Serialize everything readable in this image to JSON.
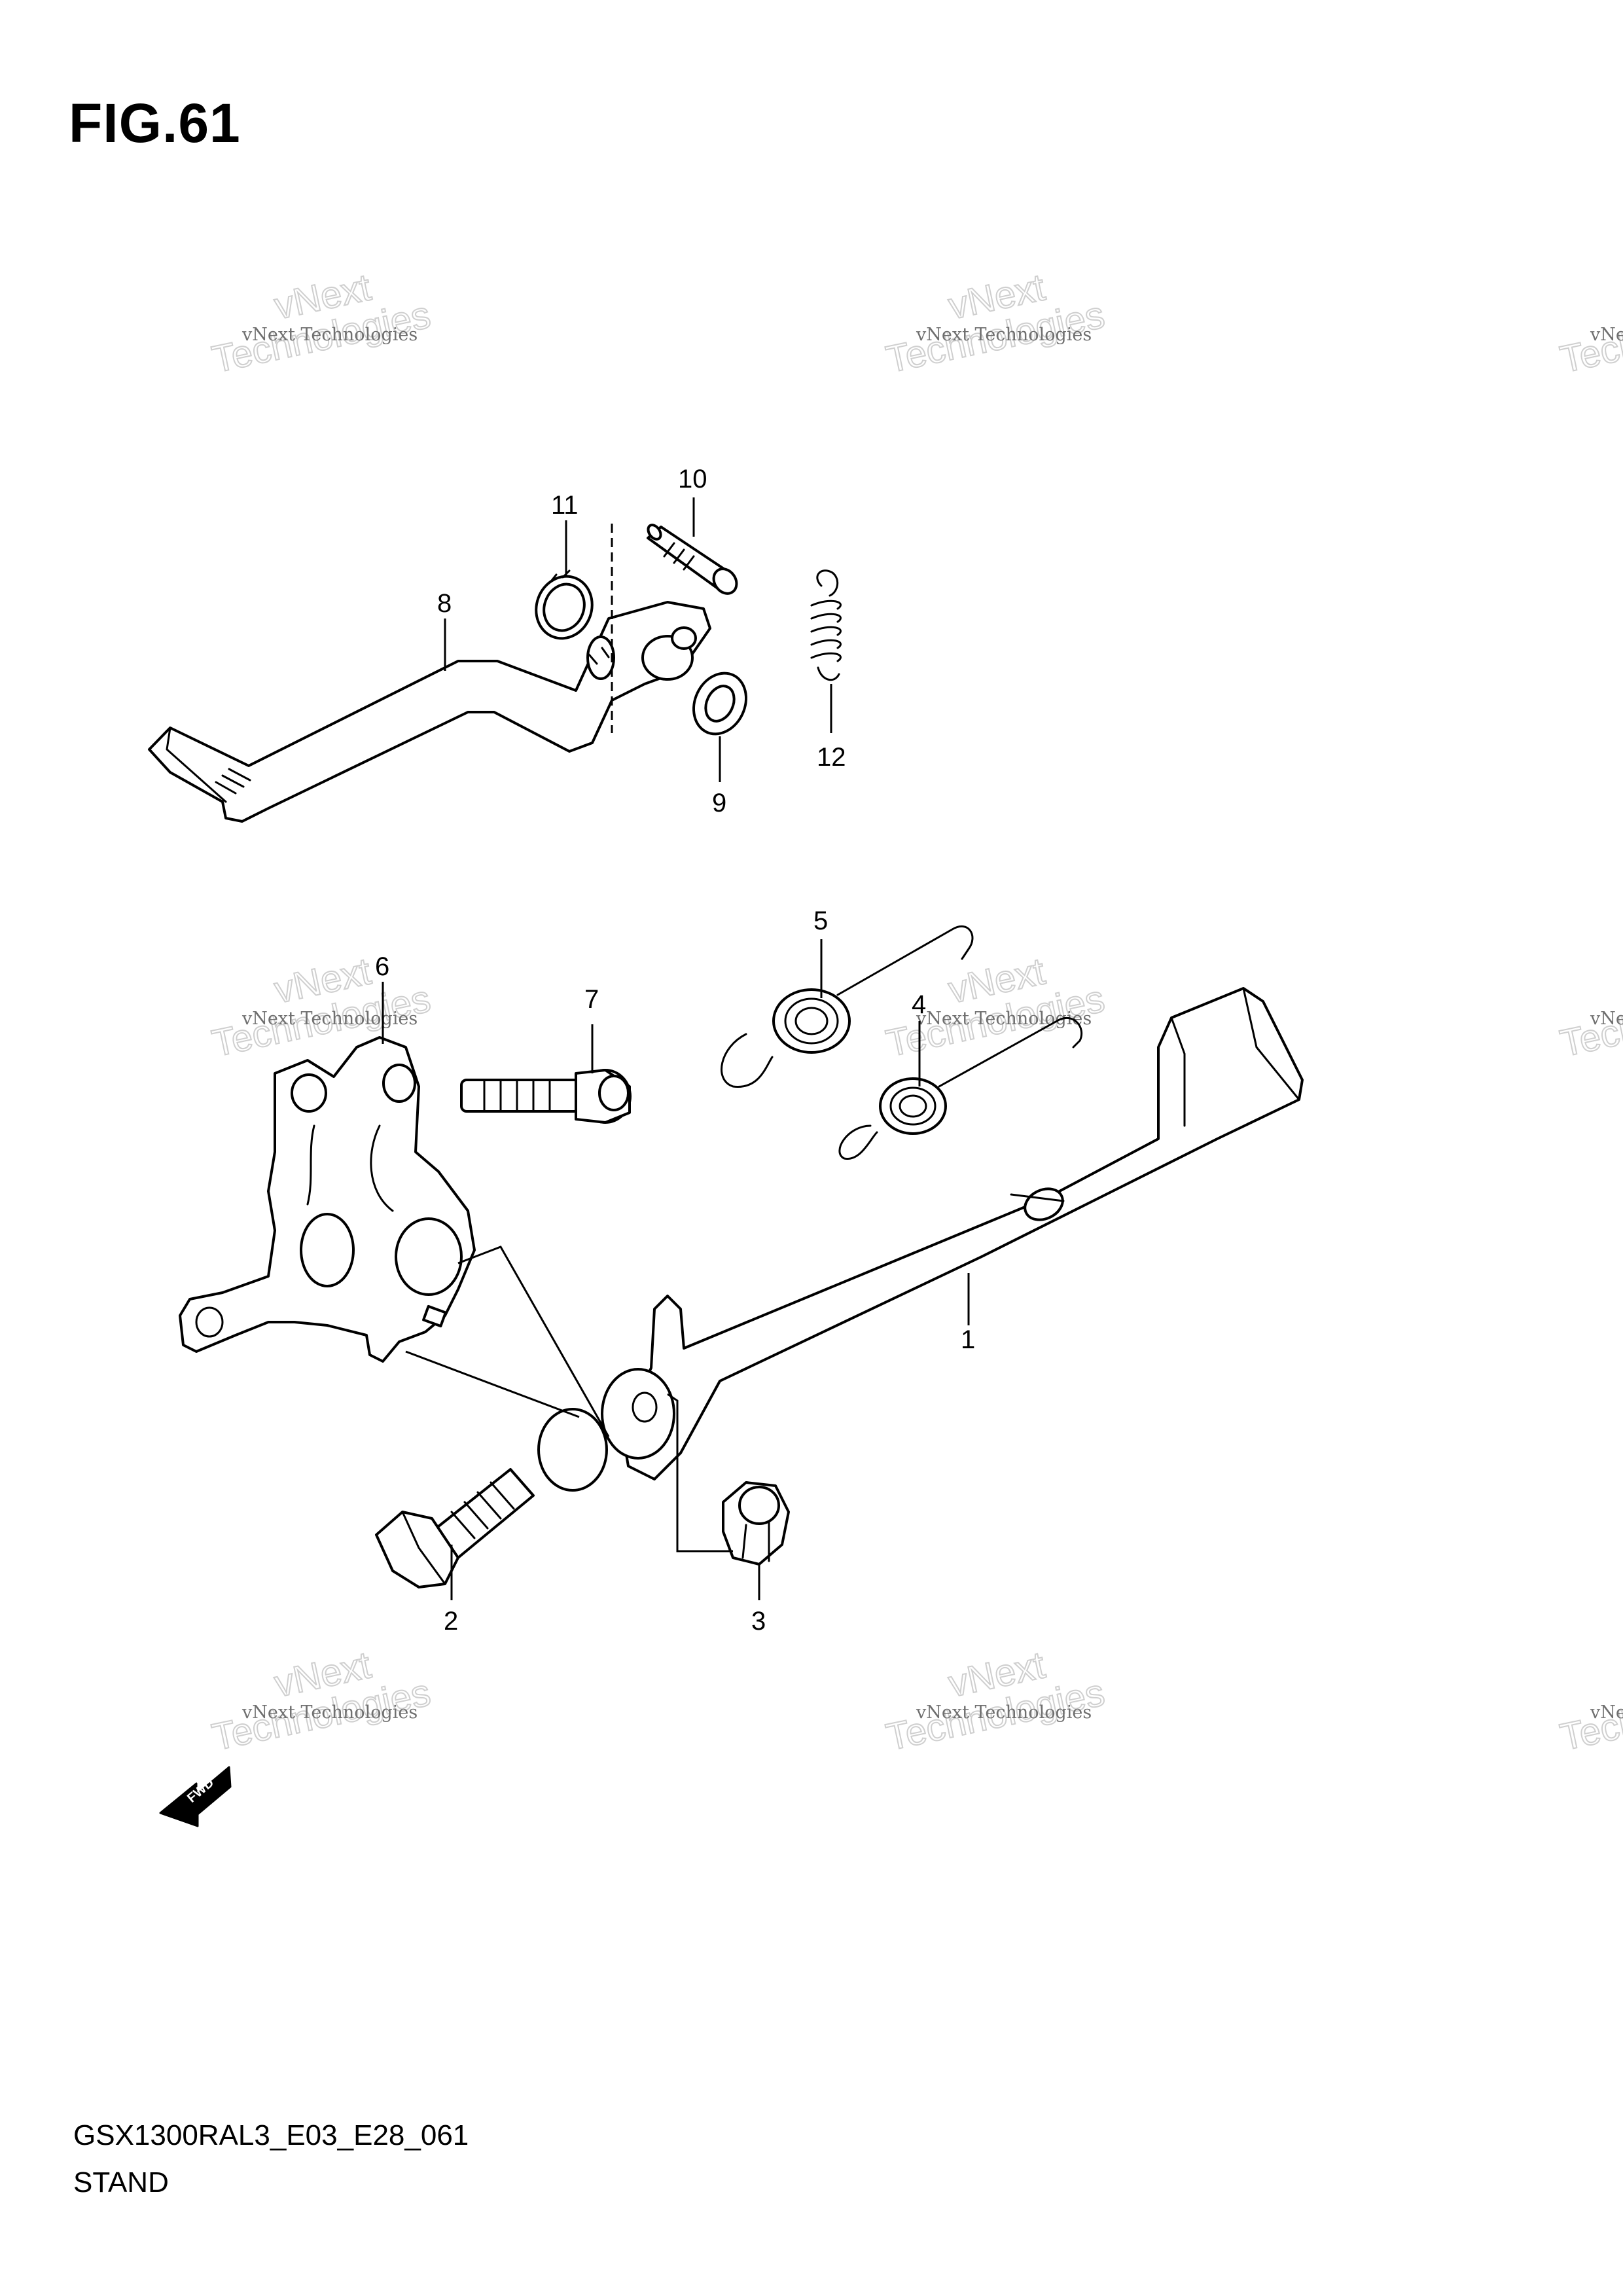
{
  "figure": {
    "title": "FIG.61"
  },
  "footer": {
    "code": "GSX1300RAL3_E03_E28_061",
    "name": "STAND"
  },
  "fwd_label": "FWD",
  "watermark": {
    "line1": "vNext Technologies",
    "line2": "vNext",
    "line3": "Technologies"
  },
  "callouts": [
    {
      "id": "1",
      "label": "1"
    },
    {
      "id": "2",
      "label": "2"
    },
    {
      "id": "3",
      "label": "3"
    },
    {
      "id": "4",
      "label": "4"
    },
    {
      "id": "5",
      "label": "5"
    },
    {
      "id": "6",
      "label": "6"
    },
    {
      "id": "7",
      "label": "7"
    },
    {
      "id": "8",
      "label": "8"
    },
    {
      "id": "9",
      "label": "9"
    },
    {
      "id": "10",
      "label": "10"
    },
    {
      "id": "11",
      "label": "11"
    },
    {
      "id": "12",
      "label": "12"
    }
  ]
}
